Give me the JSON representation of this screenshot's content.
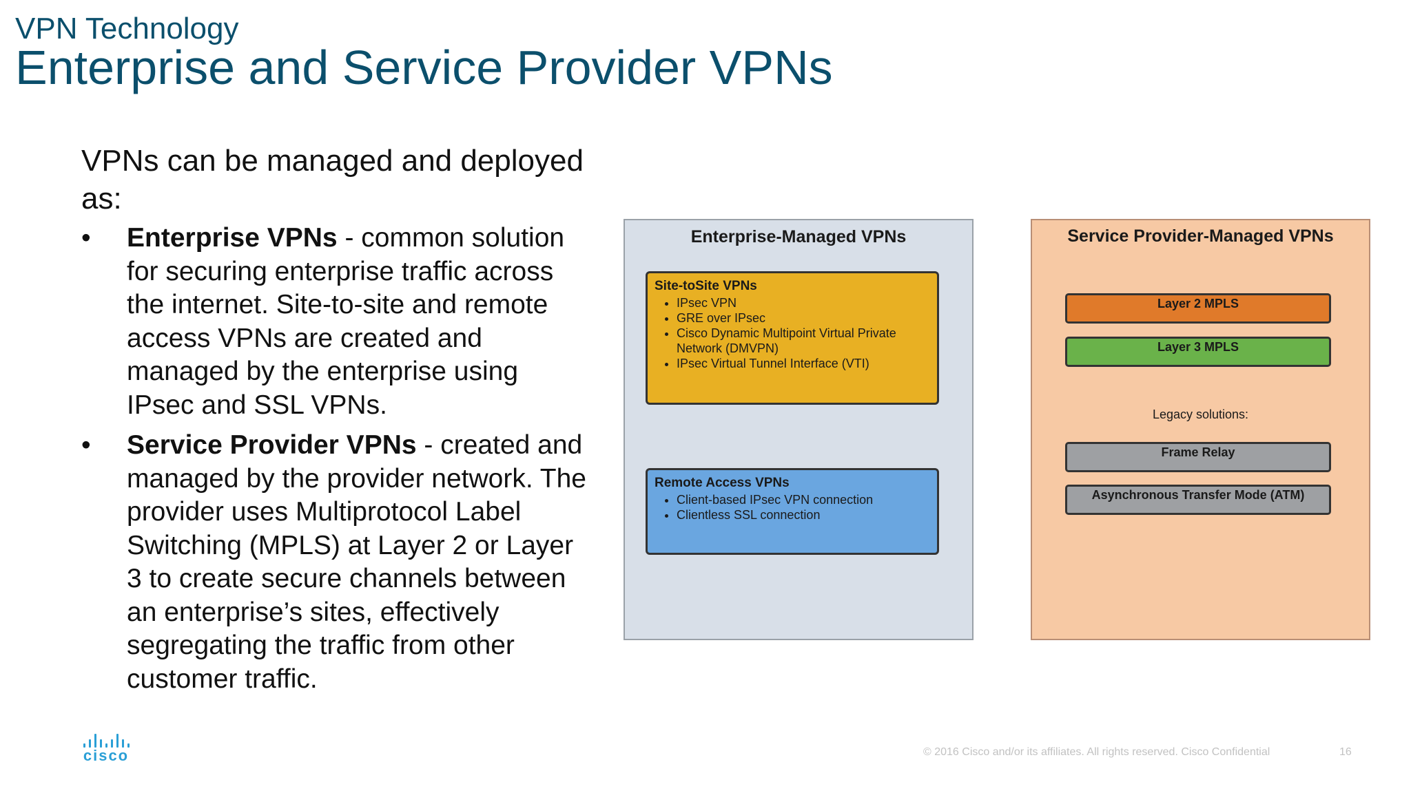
{
  "header": {
    "kicker": "VPN Technology",
    "title": "Enterprise and Service Provider VPNs"
  },
  "content": {
    "intro": "VPNs can be managed and deployed as:",
    "bullets": [
      {
        "term": "Enterprise VPNs",
        "rest": " - common solution for securing enterprise traffic across the internet. Site-to-site and remote access VPNs are created and managed by the enterprise using IPsec and SSL VPNs."
      },
      {
        "term": "Service Provider VPNs",
        "rest": " - created and managed by the provider network. The provider uses Multiprotocol Label Switching (MPLS) at Layer 2 or Layer 3 to create secure channels between an enterprise’s sites, effectively segregating the traffic from other customer traffic."
      }
    ],
    "bullet_glyph": "•"
  },
  "enterprise_diagram": {
    "title": "Enterprise-Managed VPNs",
    "site_to_site": {
      "heading": "Site-toSite VPNs",
      "items": [
        "IPsec VPN",
        "GRE over IPsec",
        "Cisco Dynamic Multipoint Virtual Private Network (DMVPN)",
        "IPsec Virtual Tunnel Interface (VTI)"
      ],
      "color": "#e8b023"
    },
    "remote_access": {
      "heading": "Remote Access VPNs",
      "items": [
        "Client-based IPsec VPN connection",
        "Clientless SSL connection"
      ],
      "color": "#6aa6e0"
    },
    "panel_color": "#d8dfe8"
  },
  "provider_diagram": {
    "title": "Service Provider-Managed VPNs",
    "layer2": "Layer 2 MPLS",
    "layer3": "Layer 3 MPLS",
    "legacy_label": "Legacy solutions:",
    "frame_relay": "Frame Relay",
    "atm": "Asynchronous Transfer Mode (ATM)",
    "panel_color": "#f7c9a4",
    "layer2_color": "#e07a2a",
    "layer3_color": "#6ab24a",
    "legacy_color": "#9ea0a3"
  },
  "footer": {
    "logo_text": "cisco",
    "copyright": "© 2016  Cisco and/or its affiliates. All rights reserved.   Cisco Confidential",
    "page_number": "16",
    "brand_color": "#2a9fd6"
  }
}
